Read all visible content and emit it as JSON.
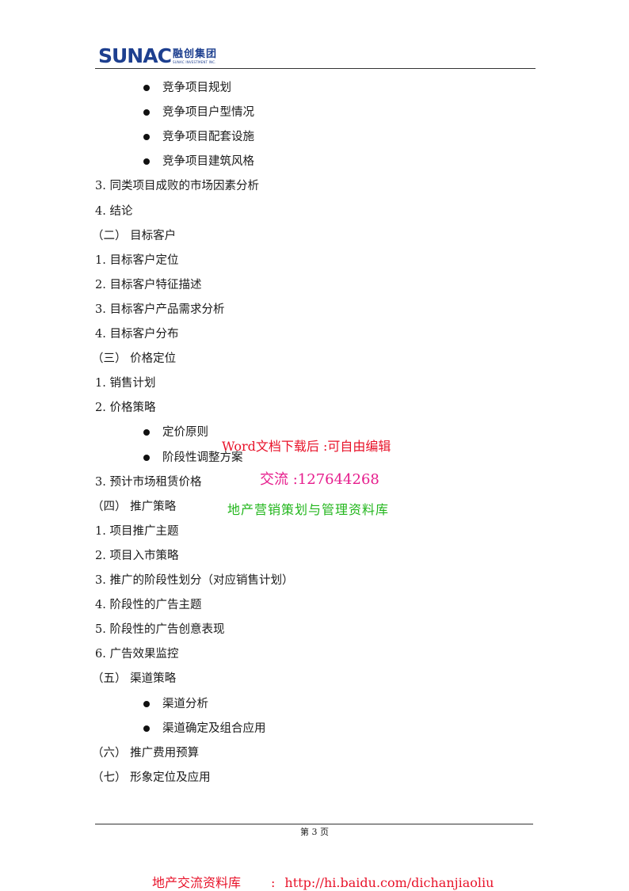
{
  "header": {
    "logo_latin": "SUNAC",
    "logo_cn": "融创集团",
    "logo_en": "SUNAC INVESTMENT INC.",
    "brand_color": "#1d3f8f"
  },
  "lines": [
    {
      "text": "竞争项目规划",
      "bullet": true
    },
    {
      "text": "竞争项目户型情况",
      "bullet": true
    },
    {
      "text": "竞争项目配套设施",
      "bullet": true
    },
    {
      "text": "竞争项目建筑风格",
      "bullet": true
    },
    {
      "text": "3.  同类项目成败的市场因素分析"
    },
    {
      "text": "4.    结论"
    },
    {
      "text": "（二）  目标客户"
    },
    {
      "text": "1.  目标客户定位"
    },
    {
      "text": "2.  目标客户特征描述"
    },
    {
      "text": "3.  目标客户产品需求分析"
    },
    {
      "text": "4.  目标客户分布"
    },
    {
      "text": "（三）  价格定位"
    },
    {
      "text": "1. 销售计划"
    },
    {
      "text": "2. 价格策略"
    },
    {
      "text": "定价原则",
      "bullet": true
    },
    {
      "text": "阶段性调整方案",
      "bullet": true
    },
    {
      "text": "3. 预计市场租赁价格"
    },
    {
      "text": "（四）  推广策略"
    },
    {
      "text": "1.    项目推广主题"
    },
    {
      "text": "2.    项目入市策略"
    },
    {
      "text": "3.    推广的阶段性划分（对应销售计划）"
    },
    {
      "text": "4.    阶段性的广告主题"
    },
    {
      "text": "5.    阶段性的广告创意表现"
    },
    {
      "text": "6.    广告效果监控"
    },
    {
      "text": "（五）  渠道策略"
    },
    {
      "text": "渠道分析",
      "bullet": true
    },
    {
      "text": "渠道确定及组合应用",
      "bullet": true
    },
    {
      "text": "（六）  推广费用预算"
    },
    {
      "text": "（七）  形象定位及应用"
    }
  ],
  "watermark": {
    "word_line": "Word文档下载后    :可自由编辑",
    "qq_line": "交流  :127644268",
    "green_line": "地产营销策划与管理资料库",
    "colors": {
      "red": "#e8132a",
      "magenta": "#e61c8c",
      "green": "#22b61c"
    }
  },
  "footer": {
    "page_label": "第 3 页",
    "link_prefix": "地产交流资料库",
    "link_sep": ":",
    "link_url": "http://hi.baidu.com/dichanjiaoliu"
  }
}
